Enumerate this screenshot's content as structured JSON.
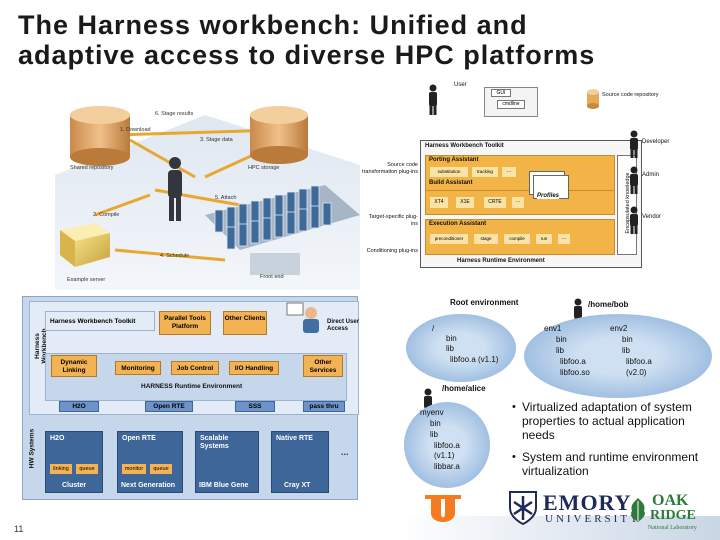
{
  "slide": {
    "title_line1": "The Harness workbench: Unified and",
    "title_line2": "adaptive access to diverse HPC platforms",
    "page_number": "11"
  },
  "scenario": {
    "shared_repository": "Shared repository",
    "hpc_storage": "HPC storage",
    "step1": "1. Download",
    "step2": "2. Compile",
    "step3": "3. Stage data",
    "step4": "4. Schedule",
    "step5": "5. Attach",
    "step6": "6. Stage results",
    "compile_server": "Example server",
    "front_end": "Front end"
  },
  "toolkit": {
    "user": "User",
    "gui": "GUI",
    "cmdline": "cmdline",
    "source_repo": "Source code repository",
    "toolkit_title": "Harness Workbench Toolkit",
    "porting_assistant": "Porting Assistant",
    "build_assistant": "Build Assistant",
    "execution_assistant": "Execution Assistant",
    "runtime_env": "Harness Runtime Environment",
    "profiles": "Profiles",
    "encapsulated": "Encapsulated knowledge",
    "developer": "Developer",
    "admin": "Admin",
    "vendor": "Vendor",
    "left_labels": [
      "Source code transformation plug-ins",
      "Target-specific plug-ins",
      "Conditioning plug-ins"
    ],
    "porting_items": [
      "substitution",
      "tracking",
      "..."
    ],
    "build_items": [
      "XT4",
      "X1E",
      "CRTE",
      "..."
    ],
    "exec_items": [
      "preconditioner",
      "stage",
      "compile",
      "run",
      "..."
    ]
  },
  "stack": {
    "toolkit_title": "Harness Workbench Toolkit",
    "parallel_tools": "Parallel Tools Platform",
    "other_clients": "Other Clients",
    "direct_access": "Direct User Access",
    "harness_workbench_side": "Harness Workbench",
    "dynamic_linking": "Dynamic Linking",
    "monitoring": "Monitoring",
    "job_control": "Job Control",
    "io_handling": "I/O Handling",
    "other_services": "Other Services",
    "runtime_env": "HARNESS Runtime Environment",
    "plugins": [
      "H2O",
      "Open RTE",
      "SSS",
      "pass thru"
    ],
    "hw_side": "HW Systems",
    "systems": [
      "H2O",
      "Open RTE",
      "Scalable Systems",
      "Native RTE"
    ],
    "sub_items": [
      "linking",
      "queue",
      "monitor",
      "queue"
    ],
    "dots": "...",
    "platforms": [
      "Cluster",
      "Next Generation",
      "IBM Blue Gene",
      "Cray XT"
    ]
  },
  "envs": {
    "root": "Root environment",
    "home_bob": "/home/bob",
    "home_alice": "/home/alice",
    "slash": "/",
    "root_items": [
      "bin",
      "lib",
      "libfoo.a (v1.1)"
    ],
    "env1": "env1",
    "env1_items": [
      "bin",
      "lib",
      "libfoo.a",
      "libfoo.so"
    ],
    "env2": "env2",
    "env2_items": [
      "bin",
      "lib",
      "libfoo.a",
      "(v2.0)"
    ],
    "myenv": "myenv",
    "myenv_items": [
      "bin",
      "lib",
      "libfoo.a",
      "(v1.1)",
      "libbar.a"
    ]
  },
  "bullets": [
    "Virtualized adaptation of system properties to actual application needs",
    "System and runtime environment virtualization"
  ],
  "logos": {
    "emory_top": "EMORY",
    "emory_bottom": "UNIVERSITY",
    "oak": "OAK",
    "ridge": "RIDGE",
    "lab": "National Laboratory"
  },
  "icons": [
    "person-icon",
    "database-icon",
    "server-rack-icon",
    "cube-icon",
    "folder-icon",
    "file-icon"
  ],
  "colors": {
    "accent_orange": "#e89a2a",
    "panel_blue": "#6f93c8",
    "ut_orange": "#f47b20",
    "ornl_green": "#2d7a3a",
    "emory_navy": "#1f2a5a"
  }
}
